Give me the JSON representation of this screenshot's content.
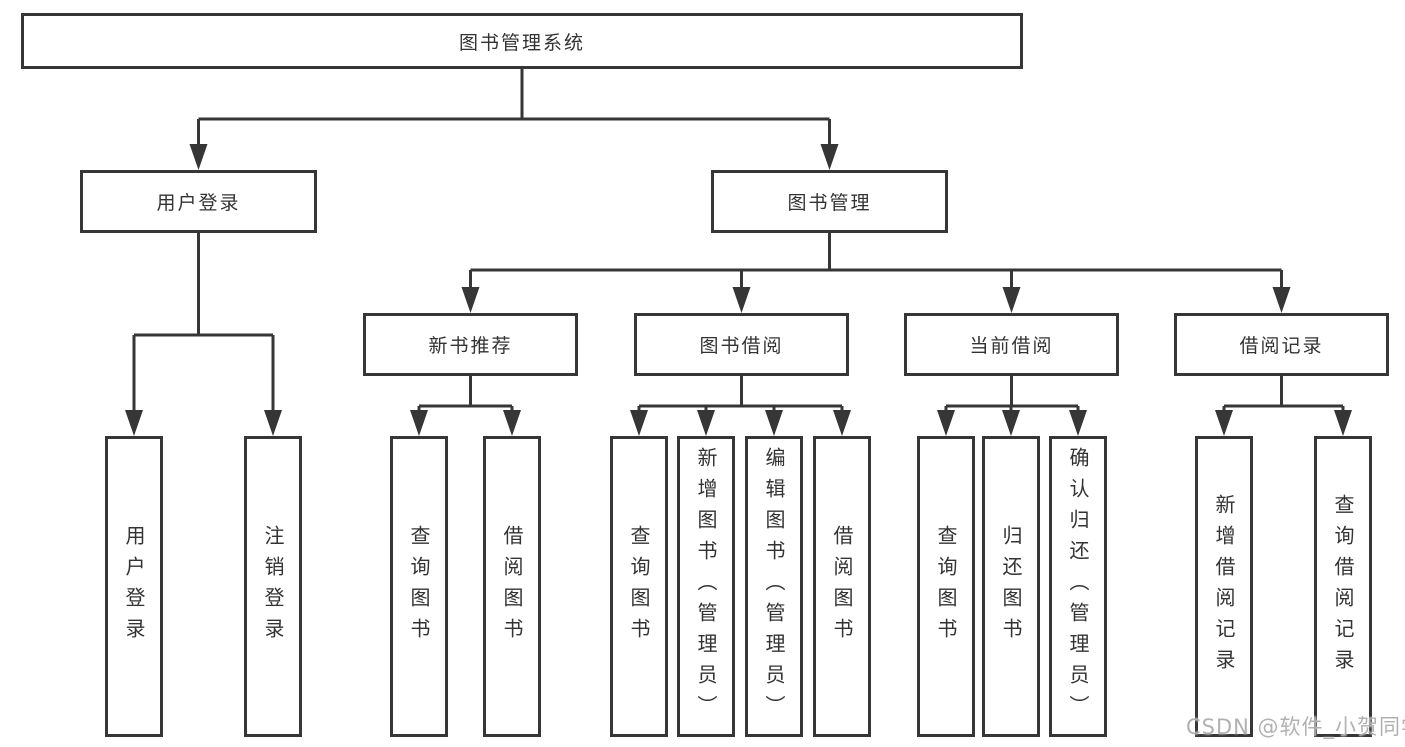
{
  "watermark": "CSDN @软件_小贺同学",
  "tree": {
    "root": {
      "label": "图书管理系统",
      "children": [
        {
          "label": "用户登录",
          "children": [
            {
              "label": "用户登录"
            },
            {
              "label": "注销登录"
            }
          ]
        },
        {
          "label": "图书管理",
          "children": [
            {
              "label": "新书推荐",
              "children": [
                {
                  "label": "查询图书"
                },
                {
                  "label": "借阅图书"
                }
              ]
            },
            {
              "label": "图书借阅",
              "children": [
                {
                  "label": "查询图书"
                },
                {
                  "label": "新增图书（管理员）"
                },
                {
                  "label": "编辑图书（管理员）"
                },
                {
                  "label": "借阅图书"
                }
              ]
            },
            {
              "label": "当前借阅",
              "children": [
                {
                  "label": "查询图书"
                },
                {
                  "label": "归还图书"
                },
                {
                  "label": "确认归还（管理员）"
                }
              ]
            },
            {
              "label": "借阅记录",
              "children": [
                {
                  "label": "新增借阅记录"
                },
                {
                  "label": "查询借阅记录"
                }
              ]
            }
          ]
        }
      ]
    }
  }
}
